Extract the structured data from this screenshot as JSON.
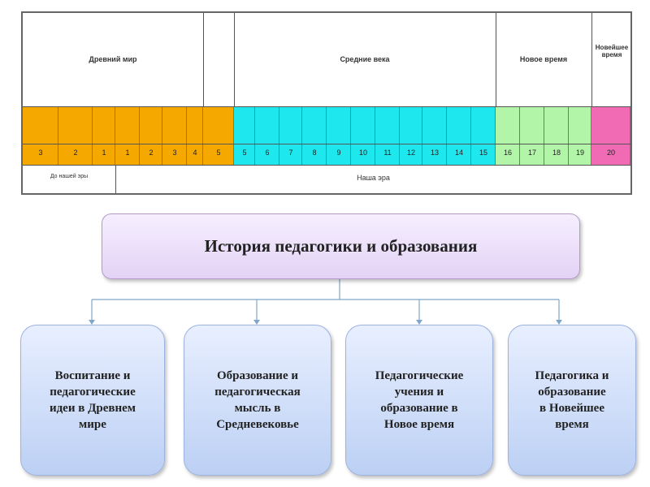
{
  "timeline": {
    "eras": [
      {
        "label": "Древний мир"
      },
      {
        "label": "Средние века"
      },
      {
        "label": "Новое время"
      },
      {
        "label": "Новейшее время"
      }
    ],
    "numbers": [
      "3",
      "2",
      "1",
      "1",
      "2",
      "3",
      "4",
      "5",
      "5",
      "6",
      "7",
      "8",
      "9",
      "10",
      "11",
      "12",
      "13",
      "14",
      "15",
      "16",
      "17",
      "18",
      "19",
      "20"
    ],
    "bottom": {
      "before": "До нашей эры",
      "after": "Наша эра"
    },
    "colors": {
      "ancient": "#f5a800",
      "medieval": "#1ee8ee",
      "modern": "#b2f5a8",
      "newest": "#f06ab4"
    }
  },
  "diagram": {
    "title": "История педагогики и образования",
    "children": [
      {
        "text": "Воспитание и\nпедагогические\nидеи в Древнем\nмире"
      },
      {
        "text": "Образование и\nпедагогическая\nмысль в\nСредневековье"
      },
      {
        "text": "Педагогические\nучения и\nобразование в\nНовое время"
      },
      {
        "text": "Педагогика и\nобразование\nв Новейшее\nвремя"
      }
    ]
  }
}
